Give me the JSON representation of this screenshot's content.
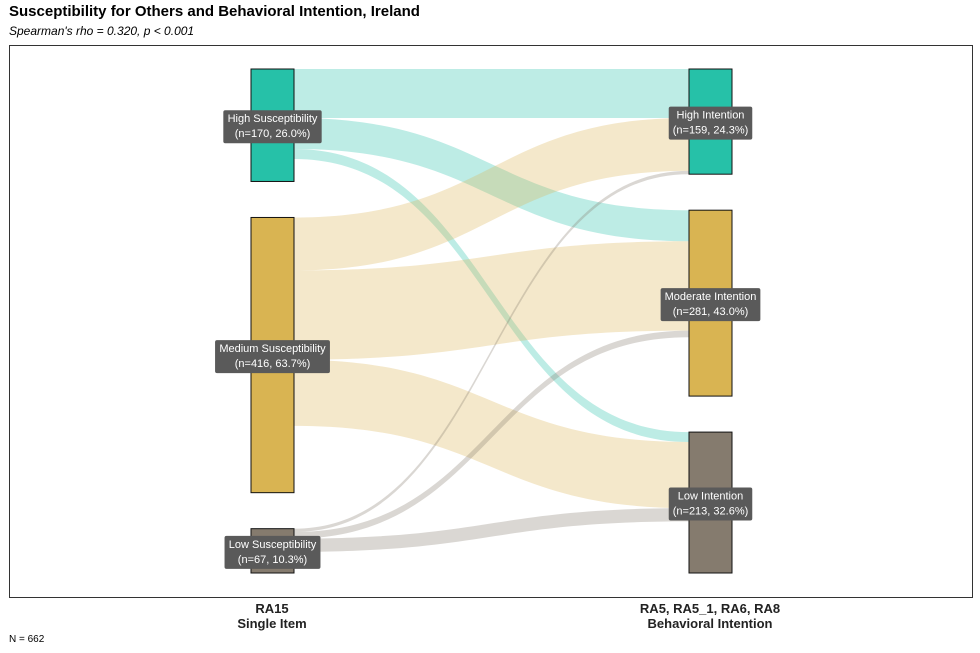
{
  "title": "Susceptibility for Others and Behavioral Intention, Ireland",
  "subtitle": "Spearman's rho = 0.320, p < 0.001",
  "caption": "N = 662",
  "chart_data": {
    "type": "sankey",
    "total_n": 662,
    "axes": [
      {
        "name": "RA15",
        "subname": "Single Item"
      },
      {
        "name": "RA5, RA5_1, RA6, RA8",
        "subname": "Behavioral Intention"
      }
    ],
    "left_nodes": [
      {
        "id": "high",
        "label": "High Susceptibility",
        "n": 170,
        "pct": "26.0%",
        "color": "#26c1a8"
      },
      {
        "id": "medium",
        "label": "Medium Susceptibility",
        "n": 416,
        "pct": "63.7%",
        "color": "#d9b452"
      },
      {
        "id": "low",
        "label": "Low Susceptibility",
        "n": 67,
        "pct": "10.3%",
        "color": "#857b6e"
      }
    ],
    "right_nodes": [
      {
        "id": "high",
        "label": "High Intention",
        "n": 159,
        "pct": "24.3%",
        "color": "#26c1a8"
      },
      {
        "id": "moderate",
        "label": "Moderate Intention",
        "n": 281,
        "pct": "43.0%",
        "color": "#d9b452"
      },
      {
        "id": "low",
        "label": "Low Intention",
        "n": 213,
        "pct": "32.6%",
        "color": "#857b6e"
      }
    ],
    "flows": [
      {
        "from": "high",
        "to": "high",
        "value": 74
      },
      {
        "from": "high",
        "to": "moderate",
        "value": 47
      },
      {
        "from": "high",
        "to": "low",
        "value": 15
      },
      {
        "from": "medium",
        "to": "high",
        "value": 80
      },
      {
        "from": "medium",
        "to": "moderate",
        "value": 135
      },
      {
        "from": "medium",
        "to": "low",
        "value": 100
      },
      {
        "from": "low",
        "to": "high",
        "value": 5
      },
      {
        "from": "low",
        "to": "moderate",
        "value": 10
      },
      {
        "from": "low",
        "to": "low",
        "value": 20
      }
    ]
  }
}
